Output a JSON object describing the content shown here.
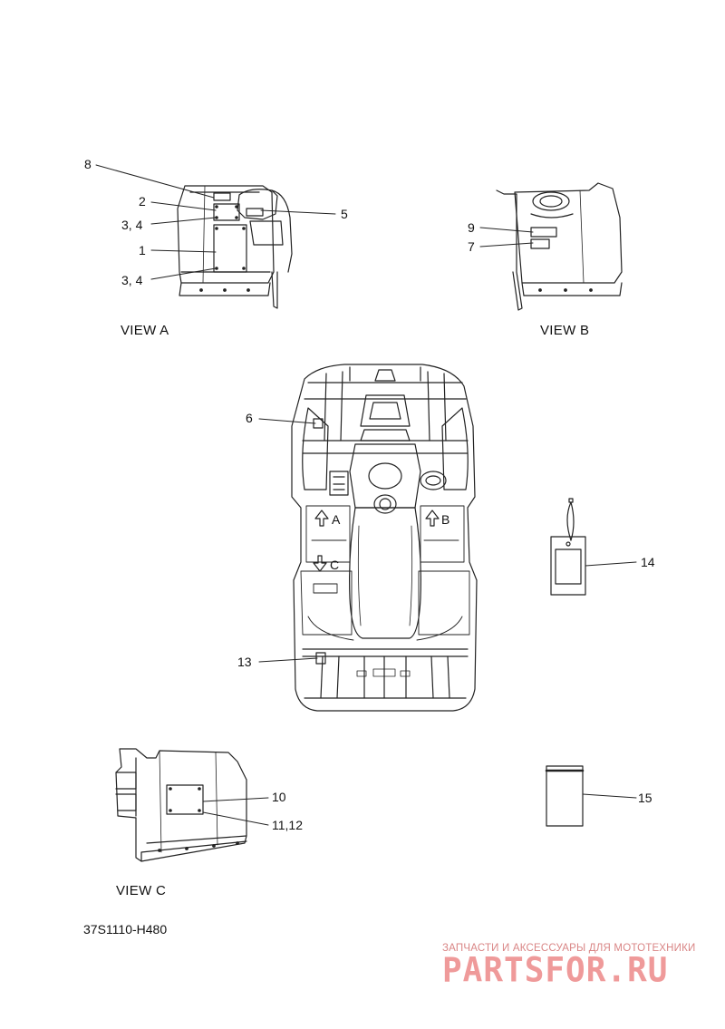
{
  "views": {
    "view_a": "VIEW A",
    "view_b": "VIEW B",
    "view_c": "VIEW C"
  },
  "callouts": {
    "c8": "8",
    "c2": "2",
    "c34_top": "3, 4",
    "c1": "1",
    "c34_bottom": "3, 4",
    "c5": "5",
    "c9": "9",
    "c7": "7",
    "c6": "6",
    "c13": "13",
    "c14": "14",
    "c10": "10",
    "c1112": "11,12",
    "c15": "15"
  },
  "arrows": {
    "a": "A",
    "b": "B",
    "c": "C"
  },
  "part_code": "37S1110-H480",
  "watermark": {
    "subtitle": "ЗАПЧАСТИ И АКСЕССУАРЫ ДЛЯ МОТОТЕХНИКИ",
    "brand": "PARTSFOR.RU",
    "color": "#ef9a9a"
  }
}
